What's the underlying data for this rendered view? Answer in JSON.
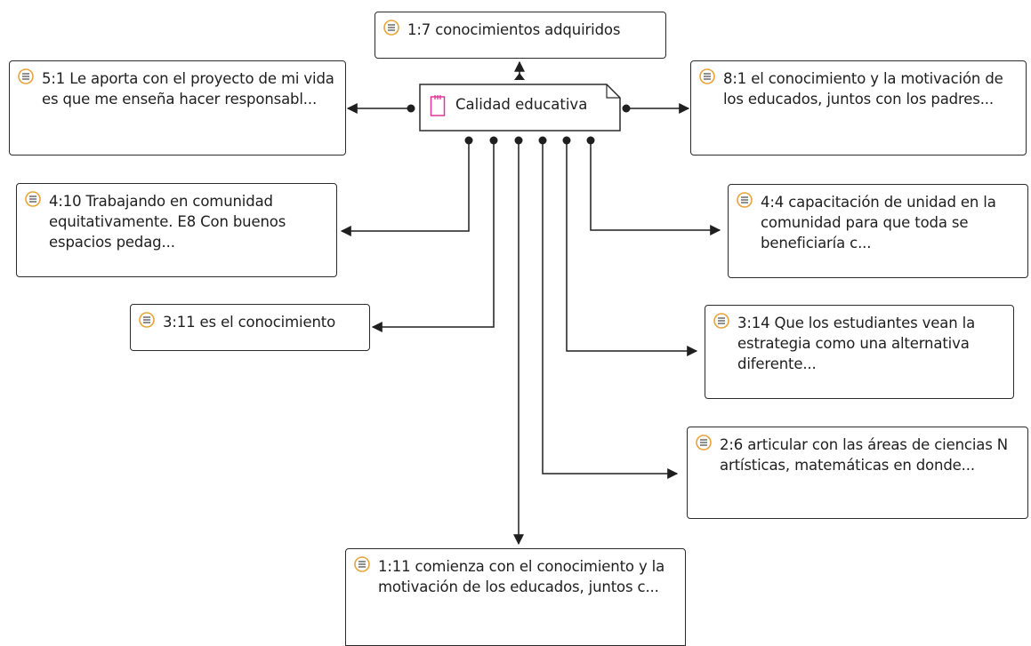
{
  "code": {
    "label": "Calidad educativa",
    "icon": "code-document-icon",
    "icon_color": "#e0359a"
  },
  "quotations": [
    {
      "id": "q-1-7",
      "text": "1:7 conocimientos adquiridos"
    },
    {
      "id": "q-5-1",
      "text": "5:1 Le aporta con el proyecto de mi vida es que me enseña hacer responsabl..."
    },
    {
      "id": "q-8-1",
      "text": "8:1 el conocimiento y la motivación de los educados, juntos con los padres..."
    },
    {
      "id": "q-4-10",
      "text": "4:10 Trabajando en comunidad equitativamente.  E8 Con buenos espacios pedag..."
    },
    {
      "id": "q-4-4",
      "text": "4:4 capacitación de unidad en la comunidad para que toda se beneficiaría c..."
    },
    {
      "id": "q-3-11",
      "text": "3:11 es el conocimiento"
    },
    {
      "id": "q-3-14",
      "text": "3:14 Que los estudiantes vean la estrategia como una alternativa diferente..."
    },
    {
      "id": "q-2-6",
      "text": "2:6 articular con las áreas de ciencias N artísticas, matemáticas en donde..."
    },
    {
      "id": "q-1-11",
      "text": "1:11 comienza con el conocimiento y la motivación de los educados, juntos c..."
    }
  ],
  "colors": {
    "quotation_icon": "#e8a33a",
    "line": "#1f1f1f",
    "node_border": "#2b2b2b"
  }
}
